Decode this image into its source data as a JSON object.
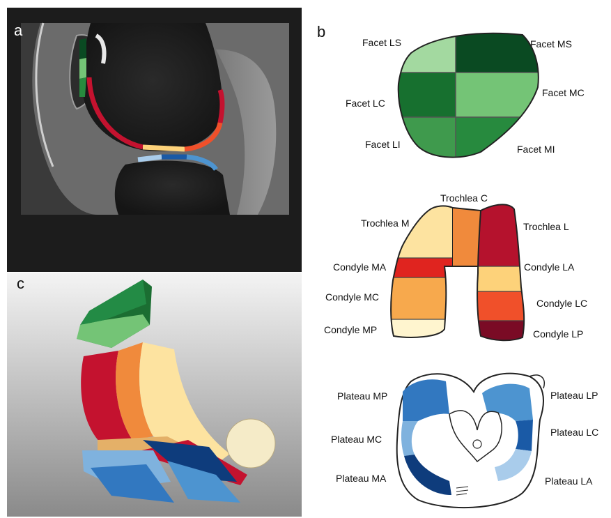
{
  "panels": {
    "a": {
      "letter": "a"
    },
    "b": {
      "letter": "b"
    },
    "c": {
      "letter": "c"
    }
  },
  "patella": {
    "colors": {
      "LS": "#a3d9a0",
      "MS": "#0a4a22",
      "LC": "#17702f",
      "MC": "#74c476",
      "LI": "#3f9a4d",
      "MI": "#278a3e"
    },
    "labels": {
      "LS": "Facet LS",
      "MS": "Facet MS",
      "LC": "Facet LC",
      "MC": "Facet MC",
      "LI": "Facet LI",
      "MI": "Facet MI"
    }
  },
  "femur": {
    "colors": {
      "trochlea_m": "#fde3a0",
      "trochlea_c": "#f08a3c",
      "trochlea_l": "#b5122d",
      "condyle_ma": "#e0241f",
      "condyle_mc": "#f7a94d",
      "condyle_mp": "#fff5cf",
      "condyle_la": "#fdd27a",
      "condyle_lc": "#f0502a",
      "condyle_lp": "#7a0b25"
    },
    "labels": {
      "trochlea_c": "Trochlea C",
      "trochlea_m": "Trochlea M",
      "trochlea_l": "Trochlea L",
      "condyle_ma": "Condyle MA",
      "condyle_la": "Condyle LA",
      "condyle_mc": "Condyle MC",
      "condyle_lc": "Condyle LC",
      "condyle_mp": "Condyle MP",
      "condyle_lp": "Condyle LP"
    }
  },
  "tibia": {
    "colors": {
      "MP": "#3278c0",
      "MC": "#7fb2de",
      "MA": "#0e3c7c",
      "LP": "#4d94d0",
      "LC": "#1a5aa6",
      "LA": "#a9cceb"
    },
    "labels": {
      "MP": "Plateau MP",
      "MC": "Plateau MC",
      "MA": "Plateau MA",
      "LP": "Plateau LP",
      "LC": "Plateau LC",
      "LA": "Plateau LA"
    }
  }
}
